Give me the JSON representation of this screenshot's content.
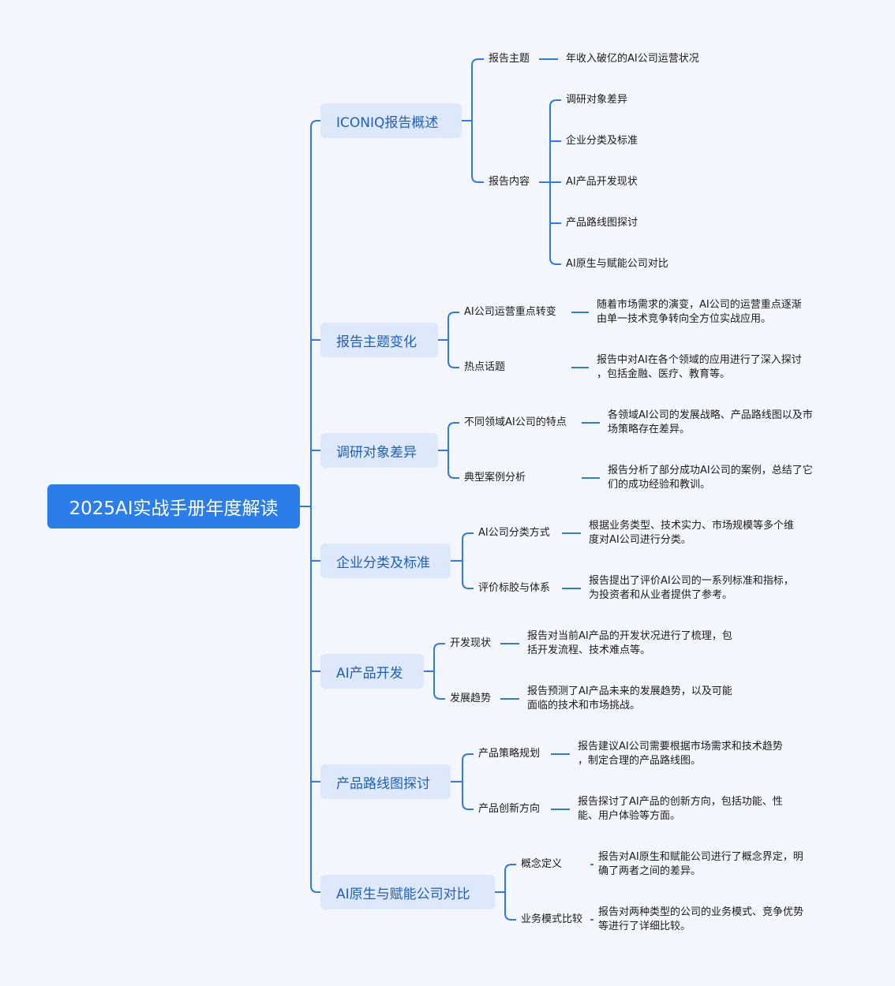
{
  "root": "2025AI实战手册年度解读",
  "branches": [
    {
      "label": "ICONIQ报告概述",
      "children": [
        {
          "label": "报告主题",
          "leaves": [
            [
              "年收入破亿的AI公司运营状况"
            ]
          ]
        },
        {
          "label": "报告内容",
          "leaves": [
            [
              "调研对象差异"
            ],
            [
              "企业分类及标准"
            ],
            [
              "AI产品开发现状"
            ],
            [
              "产品路线图探讨"
            ],
            [
              "AI原生与赋能公司对比"
            ]
          ]
        }
      ]
    },
    {
      "label": "报告主题变化",
      "children": [
        {
          "label": "AI公司运营重点转变",
          "leaves": [
            [
              "随着市场需求的演变，AI公司的运营重点逐渐",
              "由单一技术竞争转向全方位实战应用。"
            ]
          ]
        },
        {
          "label": "热点话题",
          "leaves": [
            [
              "报告中对AI在各个领域的应用进行了深入探讨",
              "，包括金融、医疗、教育等。"
            ]
          ]
        }
      ]
    },
    {
      "label": "调研对象差异",
      "children": [
        {
          "label": "不同领域AI公司的特点",
          "leaves": [
            [
              "各领域AI公司的发展战略、产品路线图以及市",
              "场策略存在差异。"
            ]
          ]
        },
        {
          "label": "典型案例分析",
          "leaves": [
            [
              "报告分析了部分成功AI公司的案例，总结了它",
              "们的成功经验和教训。"
            ]
          ]
        }
      ]
    },
    {
      "label": "企业分类及标准",
      "children": [
        {
          "label": "AI公司分类方式",
          "leaves": [
            [
              "根据业务类型、技术实力、市场规模等多个维",
              "度对AI公司进行分类。"
            ]
          ]
        },
        {
          "label": "评价标胶与体系",
          "leaves": [
            [
              "报告提出了评价AI公司的一系列标准和指标，",
              "为投资者和从业者提供了参考。"
            ]
          ]
        }
      ]
    },
    {
      "label": "AI产品开发",
      "children": [
        {
          "label": "开发现状",
          "leaves": [
            [
              "报告对当前AI产品的开发状况进行了梳理，包",
              "括开发流程、技术难点等。"
            ]
          ]
        },
        {
          "label": "发展趋势",
          "leaves": [
            [
              "报告预测了AI产品未来的发展趋势，以及可能",
              "面临的技术和市场挑战。"
            ]
          ]
        }
      ]
    },
    {
      "label": "产品路线图探讨",
      "children": [
        {
          "label": "产品策略规划",
          "leaves": [
            [
              "报告建议AI公司需要根据市场需求和技术趋势",
              "，制定合理的产品路线图。"
            ]
          ]
        },
        {
          "label": "产品创新方向",
          "leaves": [
            [
              "报告探讨了AI产品的创新方向，包括功能、性",
              "能、用户体验等方面。"
            ]
          ]
        }
      ]
    },
    {
      "label": "AI原生与赋能公司对比",
      "children": [
        {
          "label": "概念定义",
          "leaves": [
            [
              "报告对AI原生和赋能公司进行了概念界定，明",
              "确了两者之间的差异。"
            ]
          ]
        },
        {
          "label": "业务模式比较",
          "leaves": [
            [
              "报告对两种类型的公司的业务模式、竞争优势",
              "等进行了详细比较。"
            ]
          ]
        }
      ]
    }
  ]
}
